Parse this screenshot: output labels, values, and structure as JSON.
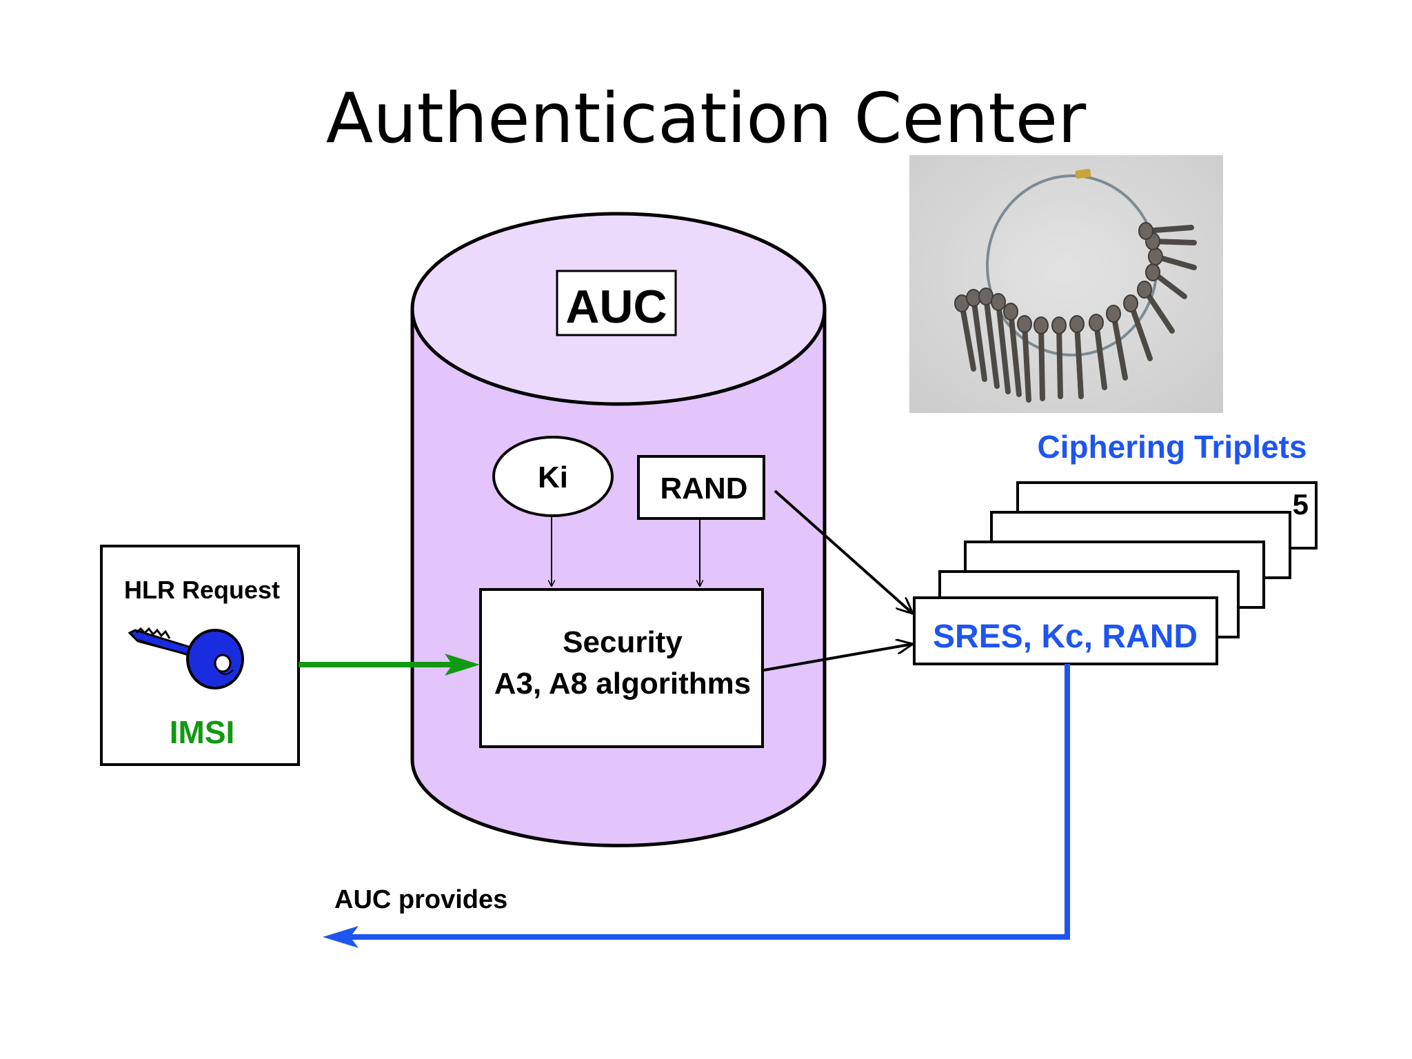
{
  "slide": {
    "title": "Authentication Center"
  },
  "auc": {
    "label": "AUC",
    "ki_label": "Ki",
    "rand_label": "RAND",
    "security_line1": "Security",
    "security_line2": "A3, A8 algorithms"
  },
  "hlr": {
    "request_label": "HLR Request",
    "imsi_label": "IMSI",
    "key_icon": "key-icon"
  },
  "triplets": {
    "title": "Ciphering Triplets",
    "count_label": "5",
    "front_label": "SRES, Kc, RAND"
  },
  "output": {
    "label": "AUC provides"
  },
  "photo": {
    "subject": "key-ring-photo"
  },
  "colors": {
    "cylinder_fill": "#e3c4fb",
    "cylinder_top": "#ecdafd",
    "green_arrow": "#119911",
    "blue_arrow": "#1e55f0",
    "blue_text": "#1e55f0",
    "imsi_text": "#119911",
    "key_blue": "#1a2ce0"
  }
}
